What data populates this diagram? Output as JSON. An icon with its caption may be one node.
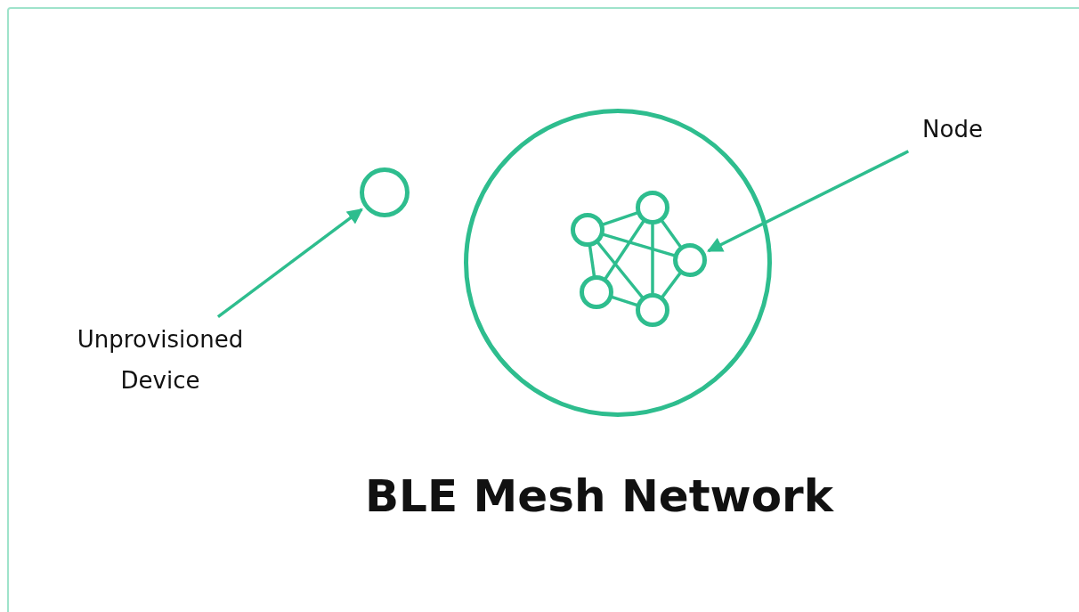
{
  "diagram": {
    "title": "BLE Mesh Network",
    "nodes": [
      {
        "text": [
          "Unprovisioned Device"
        ]
      },
      {
        "text": [],
        "shape": "circle"
      },
      {
        "text": [],
        "shape": "circle"
      },
      {
        "text": [],
        "shape": "circle",
        "in": 2
      },
      {
        "text": [],
        "shape": "circle",
        "in": 2
      },
      {
        "text": [],
        "shape": "circle",
        "in": 2
      },
      {
        "text": [],
        "shape": "circle",
        "in": 2
      },
      {
        "text": [],
        "shape": "circle",
        "in": 2
      },
      {
        "text": [
          "Node"
        ]
      }
    ],
    "edges": [
      {
        "from": 0,
        "to": 1,
        "arrow": "to"
      },
      {
        "from": 3,
        "to": 4,
        "arrow": "none"
      },
      {
        "from": 3,
        "to": 5,
        "arrow": "none"
      },
      {
        "from": 3,
        "to": 6,
        "arrow": "none"
      },
      {
        "from": 3,
        "to": 7,
        "arrow": "none"
      },
      {
        "from": 4,
        "to": 6,
        "arrow": "none"
      },
      {
        "from": 4,
        "to": 7,
        "arrow": "none"
      },
      {
        "from": 4,
        "to": 5,
        "arrow": "none"
      },
      {
        "from": 5,
        "to": 7,
        "arrow": "none"
      },
      {
        "from": 6,
        "to": 7,
        "arrow": "none"
      },
      {
        "from": 8,
        "to": 5,
        "arrow": "to"
      }
    ]
  }
}
